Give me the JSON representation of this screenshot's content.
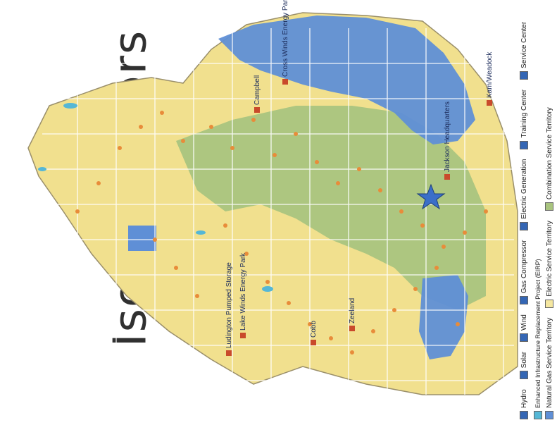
{
  "title_fragment": "Isolate Errors",
  "colors": {
    "natural_gas": "#f1e08e",
    "electric": "#f5e7a0",
    "combination": "#a9c47f",
    "gas_electric_blue": "#5f8fd6",
    "county_line": "#ffffff",
    "water": "#55b7d6",
    "service_center": "#e88c3a",
    "electric_generation": "#c94a2b",
    "gas_compressor": "#d7e34a",
    "hydro": "#3466b4",
    "solar": "#d94a3a",
    "wind": "#6a8a2a"
  },
  "places": [
    {
      "label": "Campbell",
      "icon": "electric-generation"
    },
    {
      "label": "Jackson Headquarters",
      "icon": "headquarters"
    },
    {
      "label": "Cobb",
      "icon": "electric-generation"
    },
    {
      "label": "Ludington Pumped Storage",
      "icon": "electric-generation"
    },
    {
      "label": "Lake Winds Energy Park",
      "icon": "wind"
    },
    {
      "label": "Cross Winds Energy Park",
      "icon": "wind"
    },
    {
      "label": "Karn/Weadock",
      "icon": "electric-generation"
    },
    {
      "label": "Zeeland",
      "icon": "electric-generation"
    }
  ],
  "legend": {
    "row1": [
      {
        "label": "Hydro",
        "icon": "hydro-icon"
      },
      {
        "label": "Solar",
        "icon": "solar-icon"
      },
      {
        "label": "Wind",
        "icon": "wind-icon"
      },
      {
        "label": "Gas Compressor",
        "icon": "gas-compressor-icon"
      },
      {
        "label": "Electric Generation",
        "icon": "electric-generation-icon"
      },
      {
        "label": "Training Center",
        "icon": "training-center-icon"
      },
      {
        "label": "Service Center",
        "icon": "service-center-icon"
      }
    ],
    "row2": [
      {
        "label": "Enhanced Infrastructure Replacement Project (EIRP)",
        "icon": "eirp-icon"
      }
    ],
    "territories": [
      {
        "label": "Natural Gas Service Territory",
        "color_key": "gas_electric_blue"
      },
      {
        "label": "Electric Service Territory",
        "color_key": "electric"
      },
      {
        "label": "Combination Service Territory",
        "color_key": "combination"
      }
    ]
  }
}
